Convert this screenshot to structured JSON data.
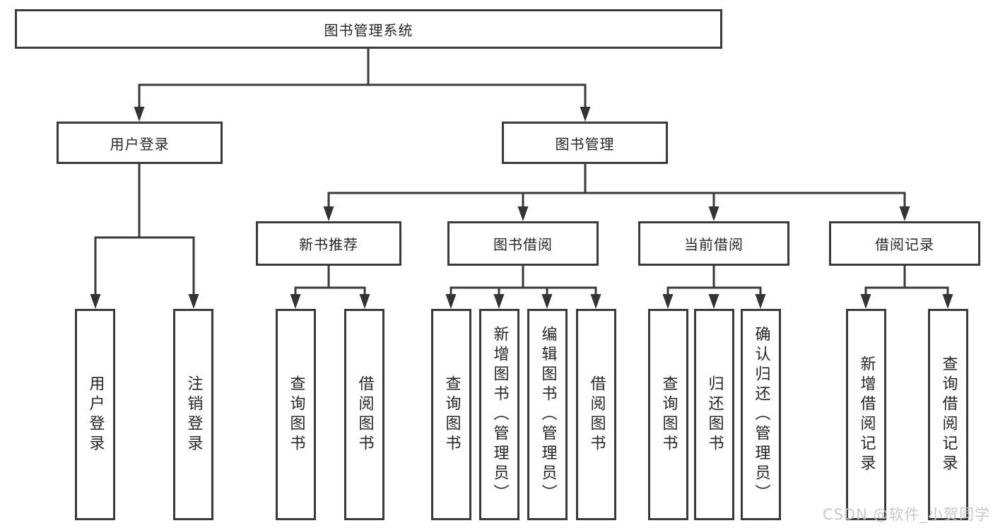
{
  "diagram_title": "图书管理系统",
  "colors": {
    "background": "#ffffff",
    "line": "#3a3a3a",
    "box_border": "#3a3a3a",
    "text": "#262626",
    "watermark": "#c8c8c8"
  },
  "watermark": {
    "text": "CSDN @软件_小贺同学"
  },
  "nodes": {
    "root": {
      "label": "图书管理系统"
    },
    "level2": [
      {
        "label": "用户登录"
      },
      {
        "label": "图书管理"
      }
    ],
    "level3": [
      {
        "label": "新书推荐",
        "parent": "图书管理"
      },
      {
        "label": "图书借阅",
        "parent": "图书管理"
      },
      {
        "label": "当前借阅",
        "parent": "图书管理"
      },
      {
        "label": "借阅记录",
        "parent": "图书管理"
      }
    ],
    "leaves": [
      {
        "label": "用户登录",
        "parent": "用户登录"
      },
      {
        "label": "注销登录",
        "parent": "用户登录"
      },
      {
        "label": "查询图书",
        "parent": "新书推荐"
      },
      {
        "label": "借阅图书",
        "parent": "新书推荐"
      },
      {
        "label": "查询图书",
        "parent": "图书借阅"
      },
      {
        "label": "新增图书（管理员）",
        "parent": "图书借阅"
      },
      {
        "label": "编辑图书（管理员）",
        "parent": "图书借阅"
      },
      {
        "label": "借阅图书",
        "parent": "图书借阅"
      },
      {
        "label": "查询图书",
        "parent": "当前借阅"
      },
      {
        "label": "归还图书",
        "parent": "当前借阅"
      },
      {
        "label": "确认归还（管理员）",
        "parent": "当前借阅"
      },
      {
        "label": "新增借阅记录",
        "parent": "借阅记录"
      },
      {
        "label": "查询借阅记录",
        "parent": "借阅记录"
      }
    ]
  }
}
